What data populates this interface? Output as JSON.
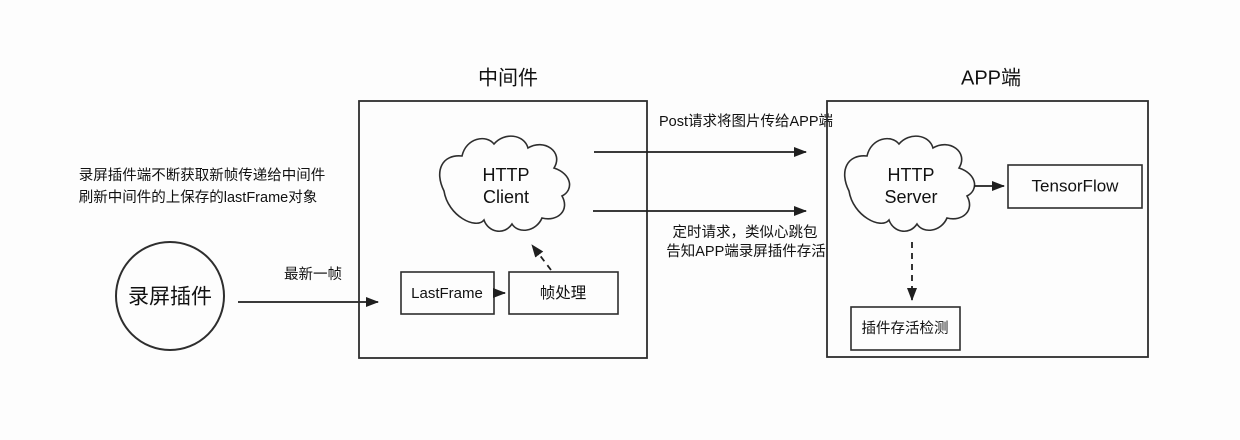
{
  "diagram": {
    "left": {
      "note_line1": "录屏插件端不断获取新帧传递给中间件",
      "note_line2": "刷新中间件的上保存的lastFrame对象",
      "circle_label": "录屏插件",
      "newest_frame_label": "最新一帧"
    },
    "middleware": {
      "title": "中间件",
      "cloud_line1": "HTTP",
      "cloud_line2": "Client",
      "lastframe_label": "LastFrame",
      "frame_process_label": "帧处理"
    },
    "connections": {
      "post_label": "Post请求将图片传给APP端",
      "heartbeat_line1": "定时请求，类似心跳包",
      "heartbeat_line2": "告知APP端录屏插件存活"
    },
    "app": {
      "title": "APP端",
      "cloud_line1": "HTTP",
      "cloud_line2": "Server",
      "tensorflow_label": "TensorFlow",
      "alive_check_label": "插件存活检测"
    }
  },
  "colors": {
    "stroke": "#2e2e2e",
    "text": "#111111",
    "background": "#fdfdfd"
  }
}
